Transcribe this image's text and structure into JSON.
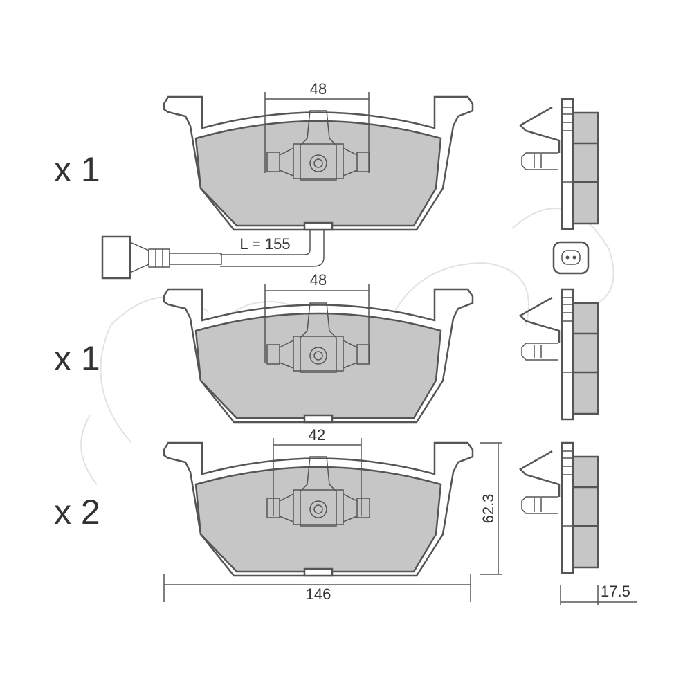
{
  "pads": [
    {
      "quantity": "x 1",
      "width_dim": "48"
    },
    {
      "quantity": "x 1",
      "width_dim": "48"
    },
    {
      "quantity": "x 2",
      "width_dim": "42"
    }
  ],
  "sensor_wire": {
    "length_label": "L = 155"
  },
  "dimensions": {
    "width": "146",
    "height": "62.3",
    "thickness": "17.5"
  },
  "colors": {
    "line": "#555555",
    "friction": "#c6c6c6"
  }
}
